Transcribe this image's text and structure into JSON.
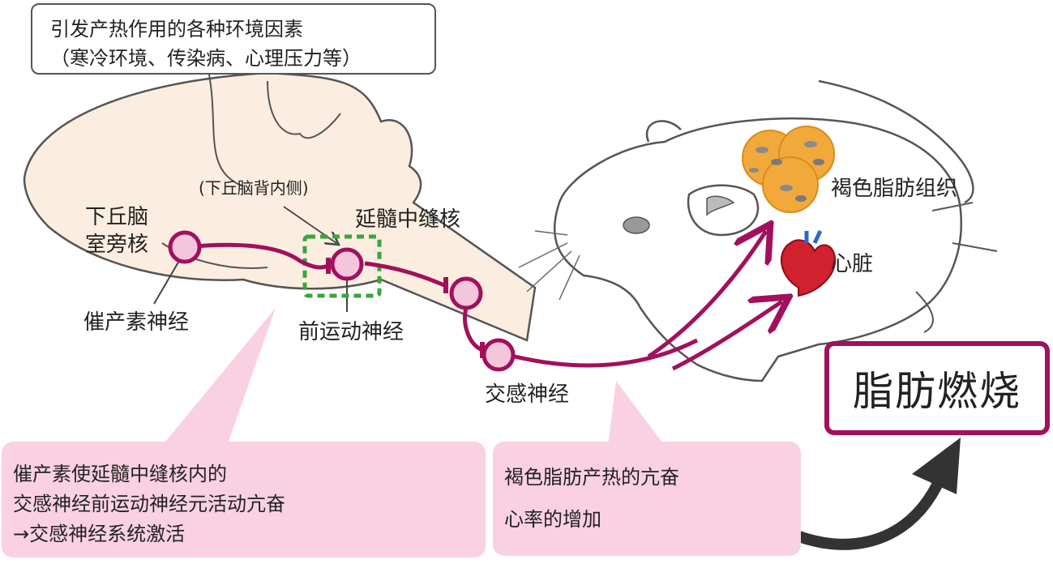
{
  "colors": {
    "neuron": "#a2105c",
    "neuron_fill": "#f3c6dc",
    "callout_pink": "#f9d1e2",
    "highlight_green": "#3aa63a",
    "brain_fill": "#fbeee0",
    "outline": "#555555",
    "fat_orange": "#f2a93b",
    "heart_red": "#d1202e"
  },
  "factors": {
    "line1": "引发产热作用的各种环境因素",
    "line2": "（寒冷环境、传染病、心理压力等）"
  },
  "brain": {
    "dmh_label": "(下丘脑背内侧)",
    "pvn_line1": "下丘脑",
    "pvn_line2": "室旁核",
    "raphe_label": "延髓中缝核",
    "oxytocin_neuron": "催产素神经",
    "premotor_neuron": "前运动神经"
  },
  "sympathetic": "交感神经",
  "targets": {
    "bat": "褐色脂肪组织",
    "heart": "心脏"
  },
  "result": "脂肪燃烧",
  "notes": {
    "left": {
      "line1": "催产素使延髓中缝核内的",
      "line2": "交感神经前运动神经元活动亢奋",
      "line3": "→交感神经系统激活"
    },
    "right": {
      "line1": "褐色脂肪产热的亢奋",
      "line2": "心率的增加"
    }
  },
  "icons": [
    "rat-illustration",
    "brain-section",
    "heart-icon",
    "fat-cells-icon",
    "curved-arrow-icon"
  ]
}
